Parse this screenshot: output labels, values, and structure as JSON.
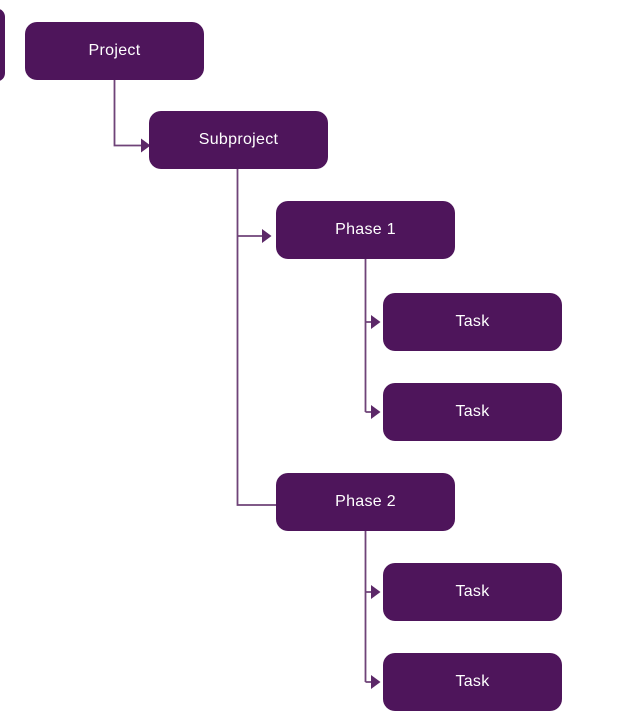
{
  "diagram": {
    "type": "hierarchy-tree",
    "nodes": [
      {
        "id": "project",
        "label": "Project",
        "level": 0,
        "parent": null
      },
      {
        "id": "subproject",
        "label": "Subproject",
        "level": 1,
        "parent": "project"
      },
      {
        "id": "phase-1",
        "label": "Phase 1",
        "level": 2,
        "parent": "subproject"
      },
      {
        "id": "task-1",
        "label": "Task",
        "level": 3,
        "parent": "phase-1"
      },
      {
        "id": "task-2",
        "label": "Task",
        "level": 3,
        "parent": "phase-1"
      },
      {
        "id": "phase-2",
        "label": "Phase 2",
        "level": 2,
        "parent": "subproject"
      },
      {
        "id": "task-3",
        "label": "Task",
        "level": 3,
        "parent": "phase-2"
      },
      {
        "id": "task-4",
        "label": "Task",
        "level": 3,
        "parent": "phase-2"
      }
    ],
    "edges_with_arrowhead": [
      "project->subproject",
      "subproject->phase-1",
      "phase-1->task-1",
      "phase-1->task-2",
      "phase-2->task-3",
      "phase-2->task-4"
    ],
    "edges_without_arrowhead": [
      "subproject->phase-2"
    ],
    "colors": {
      "node_fill": "#4e155b",
      "node_text": "#ffffff",
      "connector": "#6f4378",
      "arrowhead": "#5c2868",
      "background": "#ffffff"
    }
  }
}
